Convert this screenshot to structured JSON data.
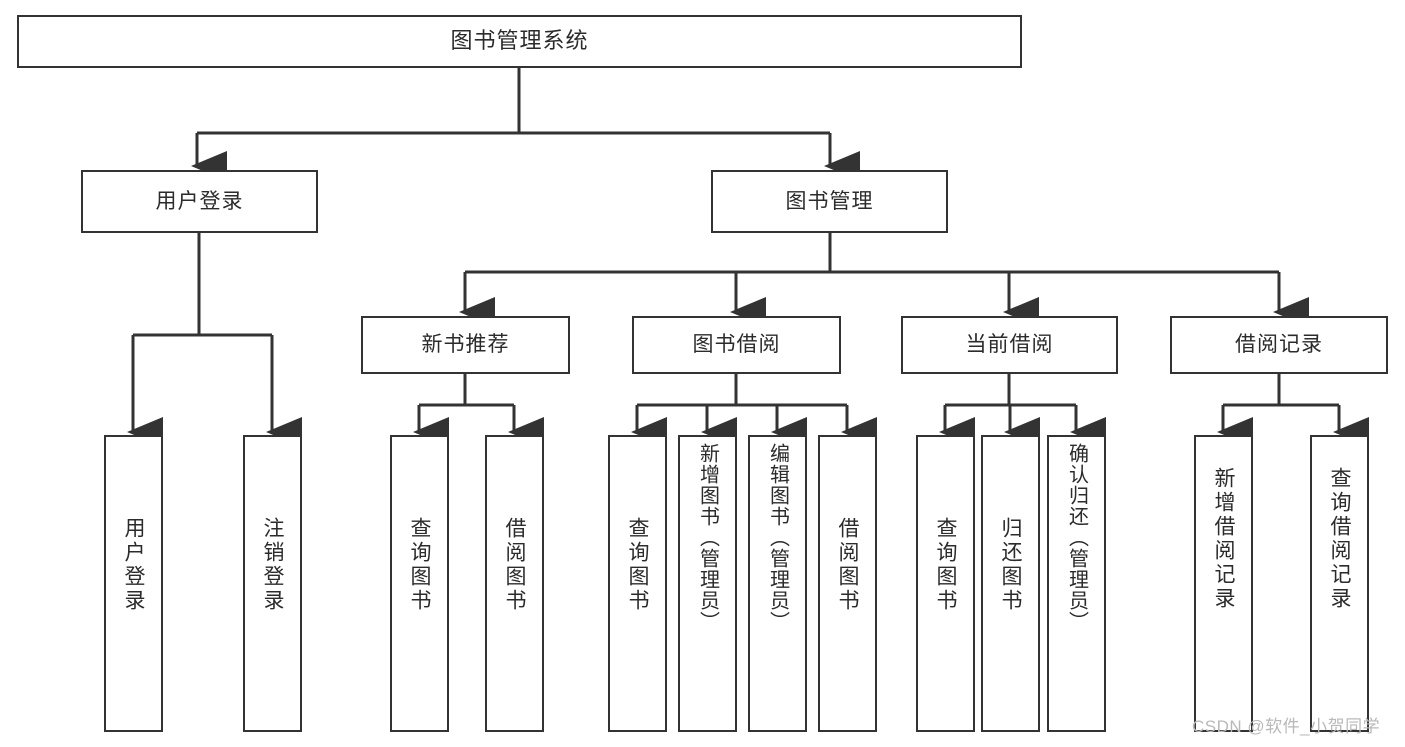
{
  "diagram": {
    "title": "图书管理系统",
    "type": "tree",
    "watermark": "CSDN @软件_小贺同学",
    "colors": {
      "box_border": "#333333",
      "box_fill": "#ffffff",
      "text": "#2b2b2b",
      "connector": "#333333",
      "watermark": "#b9b9b9"
    },
    "nodes": {
      "root": {
        "label": "图书管理系统"
      },
      "level2": [
        {
          "label": "用户登录"
        },
        {
          "label": "图书管理"
        }
      ],
      "level3": [
        {
          "label": "新书推荐"
        },
        {
          "label": "图书借阅"
        },
        {
          "label": "当前借阅"
        },
        {
          "label": "借阅记录"
        }
      ],
      "leaves": {
        "user_login": [
          {
            "label": "用户登录"
          },
          {
            "label": "注销登录"
          }
        ],
        "new_book_recommend": [
          {
            "label": "查询图书"
          },
          {
            "label": "借阅图书"
          }
        ],
        "book_borrow": [
          {
            "label": "查询图书"
          },
          {
            "label": "新增图书（管理员）"
          },
          {
            "label": "编辑图书（管理员）"
          },
          {
            "label": "借阅图书"
          }
        ],
        "current_borrow": [
          {
            "label": "查询图书"
          },
          {
            "label": "归还图书"
          },
          {
            "label": "确认归还（管理员）"
          }
        ],
        "borrow_record": [
          {
            "label": "新增借阅记录"
          },
          {
            "label": "查询借阅记录"
          }
        ]
      }
    }
  }
}
